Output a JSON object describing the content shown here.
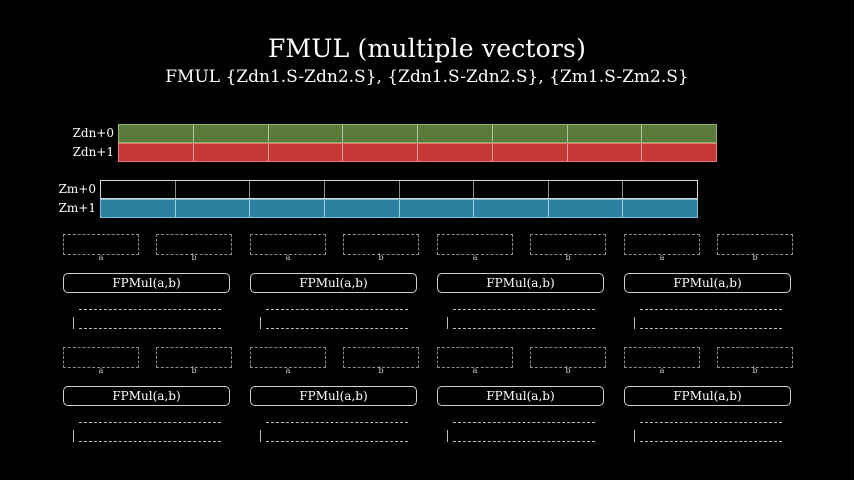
{
  "title": "FMUL (multiple vectors)",
  "subtitle": "FMUL {Zdn1.S-Zdn2.S}, {Zdn1.S-Zdn2.S}, {Zm1.S-Zm2.S}",
  "registers": {
    "zdn0": {
      "label": "Zdn+0",
      "color": "#5c7a3a",
      "elements": 8
    },
    "zdn1": {
      "label": "Zdn+1",
      "color": "#c43838",
      "elements": 8
    },
    "zm0": {
      "label": "Zm+0",
      "color": "#000000",
      "elements": 8
    },
    "zm1": {
      "label": "Zm+1",
      "color": "#2d7fa0",
      "elements": 8
    }
  },
  "operand_labels": {
    "a": "a",
    "b": "b"
  },
  "operation_label": "FPMul(a,b)",
  "lane_count": 4,
  "row_count": 2
}
